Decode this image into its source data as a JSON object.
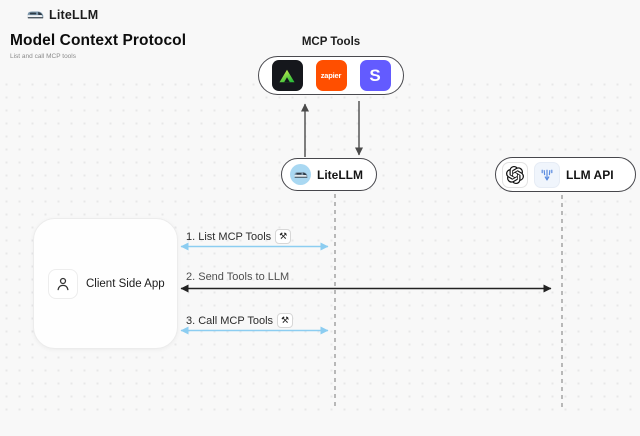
{
  "header": {
    "brand": "LiteLLM",
    "title": "Model Context Protocol",
    "subtitle": "List and call MCP tools"
  },
  "mcp": {
    "label": "MCP Tools",
    "tools": [
      {
        "name": "green-triangle-tool"
      },
      {
        "name": "zapier-tool",
        "text": "zapier"
      },
      {
        "name": "stripe-tool",
        "text": "S"
      }
    ]
  },
  "nodes": {
    "litellm": {
      "label": "LiteLLM"
    },
    "llm_api": {
      "label": "LLM API"
    },
    "client": {
      "label": "Client Side App"
    }
  },
  "flows": [
    {
      "label": "1. List MCP Tools",
      "tool_badge": "⚒",
      "style": "blue"
    },
    {
      "label": "2. Send Tools to LLM",
      "style": "black"
    },
    {
      "label": "3. Call MCP Tools",
      "tool_badge": "⚒",
      "style": "blue"
    }
  ],
  "colors": {
    "flow_blue": "#8ccdf1",
    "flow_black": "#222222",
    "lifeline_gray": "#b8b8b8",
    "zapier_orange": "#ff4f00",
    "stripe_purple": "#635bff",
    "tile_black": "#15171c",
    "litellm_circle_blue": "#a9d8f2"
  }
}
